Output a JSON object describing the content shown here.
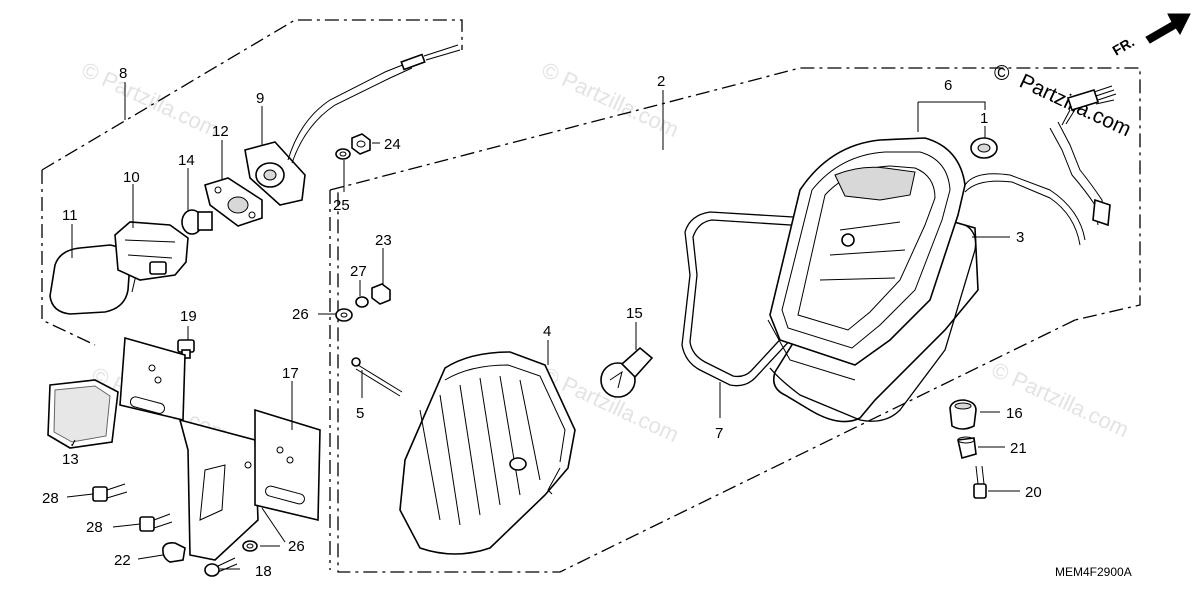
{
  "watermark": {
    "text": "© Partzilla.com"
  },
  "brand": {
    "copyright_symbol": "©",
    "name": "Partzilla.com"
  },
  "front_marker": {
    "label": "FR."
  },
  "diagram_code": "MEM4F2900A",
  "callouts": {
    "p1": "1",
    "p2": "2",
    "p3": "3",
    "p4": "4",
    "p5": "5",
    "p6": "6",
    "p7": "7",
    "p8": "8",
    "p9": "9",
    "p10": "10",
    "p11": "11",
    "p12": "12",
    "p13": "13",
    "p14": "14",
    "p15": "15",
    "p16": "16",
    "p17": "17",
    "p18": "18",
    "p19": "19",
    "p20": "20",
    "p21": "21",
    "p22": "22",
    "p23": "23",
    "p24": "24",
    "p25": "25",
    "p26": "26",
    "p27": "27",
    "p28": "28"
  }
}
